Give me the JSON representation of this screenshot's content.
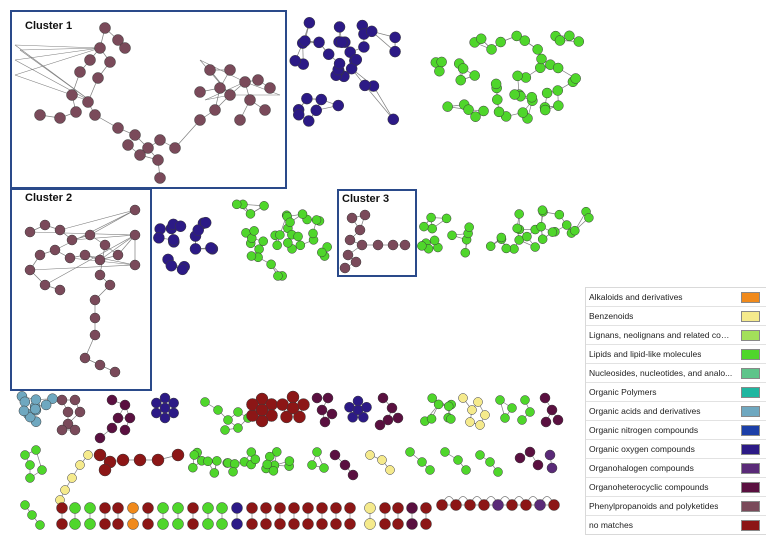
{
  "clusters": [
    {
      "label": "Cluster 1"
    },
    {
      "label": "Cluster 2"
    },
    {
      "label": "Cluster 3"
    }
  ],
  "legend": [
    {
      "label": "Alkaloids and derivatives",
      "color": "#f08a1c"
    },
    {
      "label": "Benzenoids",
      "color": "#f5ea8c"
    },
    {
      "label": "Lignans, neolignans and related com...",
      "color": "#a3e05a"
    },
    {
      "label": "Lipids and lipid-like molecules",
      "color": "#4fd62b"
    },
    {
      "label": "Nucleosides, nucleotides, and analo...",
      "color": "#5ec48a"
    },
    {
      "label": "Organic Polymers",
      "color": "#1fb6a0"
    },
    {
      "label": "Organic acids and derivatives",
      "color": "#6fa8c0"
    },
    {
      "label": "Organic nitrogen compounds",
      "color": "#1c3fa8"
    },
    {
      "label": "Organic oxygen compounds",
      "color": "#2c1a86"
    },
    {
      "label": "Organohalogen compounds",
      "color": "#5a2a78"
    },
    {
      "label": "Organoheterocyclic compounds",
      "color": "#5a1040"
    },
    {
      "label": "Phenylpropanoids and polyketides",
      "color": "#7a4a5a"
    },
    {
      "label": "no matches",
      "color": "#8c1616"
    }
  ],
  "colors": {
    "cluster_box": "#2a4a8a",
    "edge": "#7d7d7d",
    "node_stroke": "#3a3a3a"
  }
}
